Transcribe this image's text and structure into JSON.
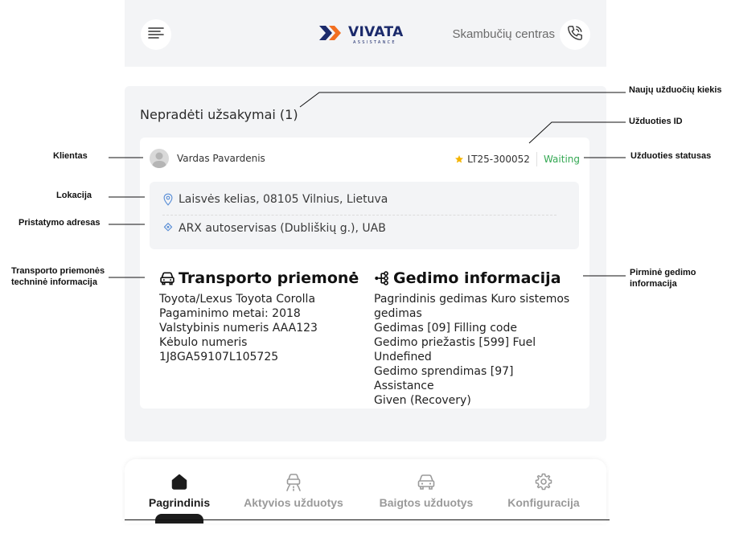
{
  "header": {
    "logo_text": "VIVATA",
    "logo_subtext": "ASSISTANCE",
    "call_center_label": "Skambučių centras"
  },
  "orders": {
    "section_title": "Nepradėti užsakymai (1)",
    "card": {
      "client_name": "Vardas Pavardenis",
      "task_id": "LT25-300052",
      "status": "Waiting",
      "location": "Laisvės kelias, 08105 Vilnius, Lietuva",
      "delivery_address": "ARX autoservisas (Dubliškių g.), UAB",
      "vehicle": {
        "heading": "Transporto priemonė",
        "lines": [
          "Toyota/Lexus Toyota Corolla",
          "Pagaminimo metai: 2018",
          "Valstybinis numeris AAA123",
          "Kėbulo numeris",
          "1J8GA59107L105725"
        ]
      },
      "fault": {
        "heading": "Gedimo informacija",
        "lines": [
          "Pagrindinis gedimas Kuro sistemos",
          "gedimas",
          "Gedimas [09] Filling code",
          "Gedimo priežastis [599] Fuel",
          "Undefined",
          "Gedimo sprendimas [97] Assistance",
          "Given (Recovery)"
        ]
      }
    }
  },
  "nav": {
    "items": [
      {
        "label": "Pagrindinis",
        "active": true
      },
      {
        "label": "Aktyvios užduotys",
        "active": false
      },
      {
        "label": "Baigtos užduotys",
        "active": false
      },
      {
        "label": "Konfiguracija",
        "active": false
      }
    ]
  },
  "annotations": {
    "new_tasks_count": "Naujų užduočių kiekis",
    "task_id": "Užduoties ID",
    "task_status": "Užduoties statusas",
    "client": "Klientas",
    "location": "Lokacija",
    "delivery_address": "Pristatymo adresas",
    "vehicle_info_1": "Transporto priemonės",
    "vehicle_info_2": "techninė informacija",
    "fault_info_1": "Pirminė gedimo",
    "fault_info_2": "informacija"
  },
  "colors": {
    "panel_bg": "#f3f4f6",
    "status_green": "#34a853",
    "star_yellow": "#f4b400",
    "brand_navy": "#1b2a6b",
    "brand_orange": "#f26f21"
  }
}
